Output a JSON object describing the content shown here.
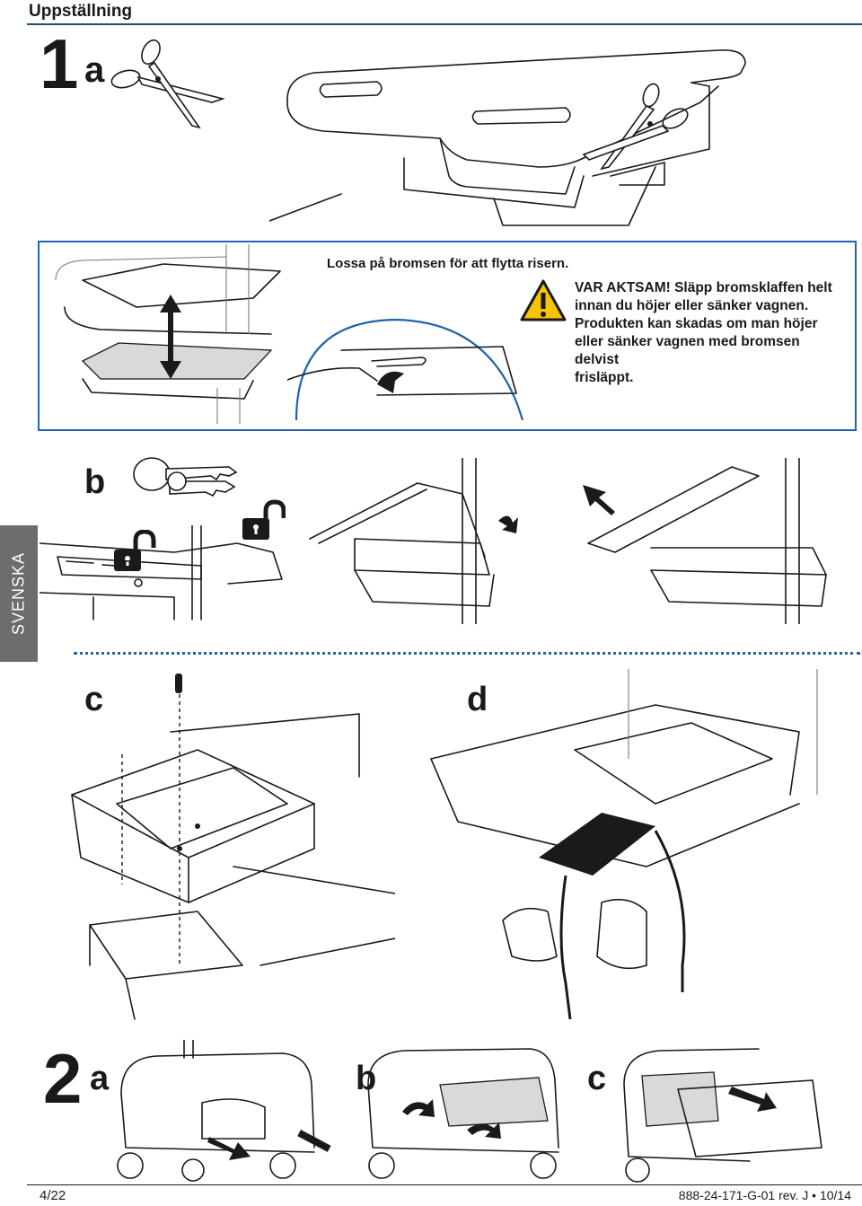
{
  "header": {
    "title": "Uppställning"
  },
  "step1": {
    "number": "1",
    "sub_a": "a",
    "sub_b": "b",
    "sub_c": "c",
    "sub_d": "d"
  },
  "info_box": {
    "brake_note": "Lossa på bromsen för att flytta risern.",
    "warning_lines": [
      "VAR AKTSAM! Släpp bromsklaffen helt",
      "innan du höjer eller sänker vagnen.",
      "Produkten kan skadas om man höjer",
      "eller sänker vagnen med bromsen delvist",
      "frisläppt."
    ]
  },
  "side_tab": {
    "label": "SVENSKA"
  },
  "step2": {
    "number": "2",
    "sub_a": "a",
    "sub_b": "b",
    "sub_c": "c"
  },
  "footer": {
    "page": "4/22",
    "doc_code": "888-24-171-G-01 rev. J • 10/14"
  },
  "colors": {
    "accent": "#1e66a8",
    "header_rule": "#1f4e79",
    "warning_yellow": "#f5c400",
    "tab_gray": "#6d6d6d"
  },
  "icons": [
    "scissors-icon",
    "warning-icon",
    "key-icon",
    "lock-icon",
    "unlock-icon",
    "screwdriver-icon",
    "arrow-icon"
  ]
}
